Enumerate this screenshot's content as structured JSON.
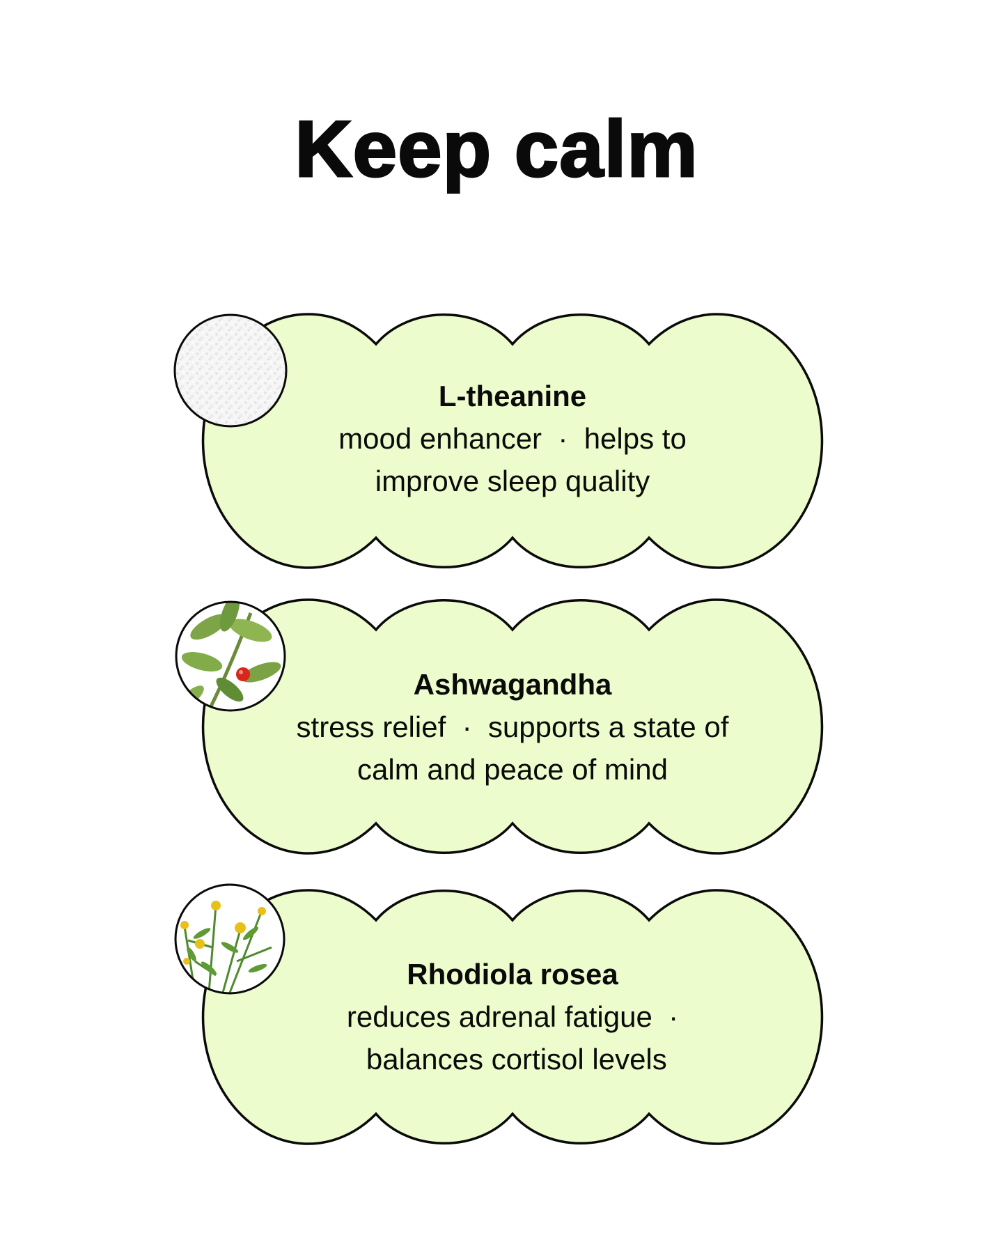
{
  "title": "Keep calm",
  "colors": {
    "cloud_fill": "#ecfccc",
    "outline": "#0a0a0a"
  },
  "cards": [
    {
      "name": "L-theanine",
      "lines": [
        "mood enhancer  ·  helps to",
        "improve sleep quality"
      ],
      "image": "white-powder-image"
    },
    {
      "name": "Ashwagandha",
      "lines": [
        "stress relief  ·  supports a state of",
        "calm and peace of mind"
      ],
      "image": "ashwagandha-plant-image"
    },
    {
      "name": "Rhodiola rosea",
      "lines": [
        "reduces adrenal fatigue  ·",
        " balances cortisol levels"
      ],
      "image": "rhodiola-plant-image"
    }
  ]
}
